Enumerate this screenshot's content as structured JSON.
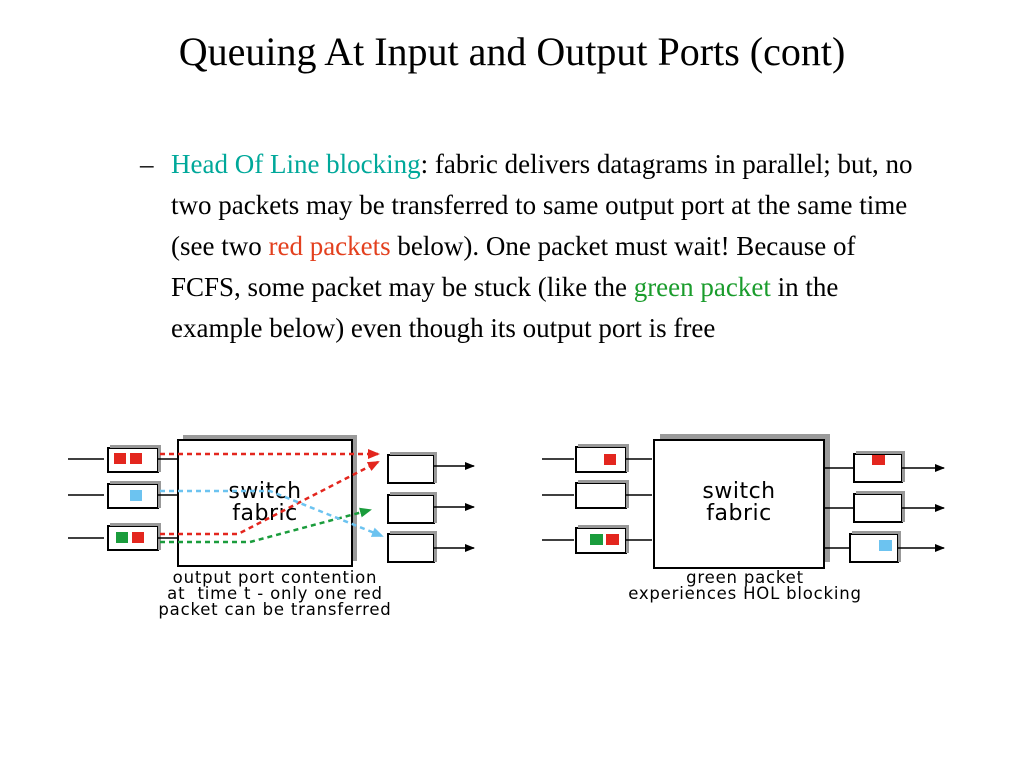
{
  "title": "Queuing At Input and Output Ports (cont)",
  "bullet": {
    "dash": "–",
    "term": "Head Of Line blocking",
    "text_1": ": fabric delivers datagrams in parallel; but, no two packets may be transferred to same output port at the same time (see two ",
    "red_term": "red packets",
    "text_2": " below). One packet must wait! Because of FCFS, some packet may be stuck (like the ",
    "green_term": "green packet",
    "text_3": " in the example below) even though its output port is free"
  },
  "diagram_left": {
    "fabric_line1": "switch",
    "fabric_line2": "fabric",
    "caption_line1": "output port contention",
    "caption_line2": "at  time t - only one red",
    "caption_line3": "packet can be transferred"
  },
  "diagram_right": {
    "fabric_line1": "switch",
    "fabric_line2": "fabric",
    "caption_line1": "green packet",
    "caption_line2": "experiences HOL blocking"
  },
  "colors": {
    "term": "#00a89a",
    "red_packet": "#e3261e",
    "green_packet": "#1a9c3c",
    "blue_packet": "#6cc3f0"
  }
}
